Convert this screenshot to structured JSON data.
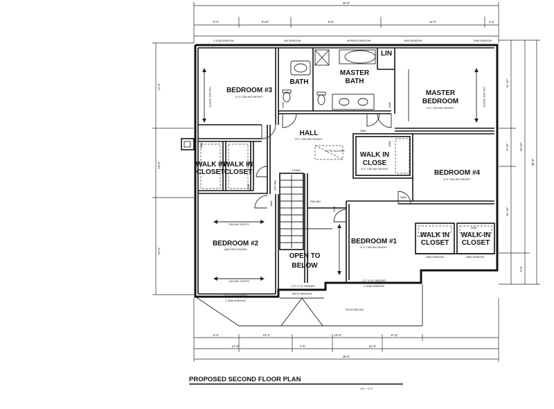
{
  "title": "PROPOSED SECOND FLOOR PLAN",
  "scale": "1/4\" = 1'-0\"",
  "rooms": {
    "bedroom3": "BEDROOM #3",
    "bath": "BATH",
    "master_bath_1": "MASTER",
    "master_bath_2": "BATH",
    "lin": "LIN",
    "master_bedroom_1": "MASTER",
    "master_bedroom_2": "BEDROOM",
    "hall": "HALL",
    "walk_in_closet_1": "WALK IN",
    "closet_1": "CLOSET",
    "walk_in_closet_2": "WALK IN",
    "closet_2": "CLOSET",
    "walk_in_close_3": "WALK IN",
    "close_3": "CLOSE",
    "bedroom4": "BEDROOM #4",
    "bedroom2": "BEDROOM #2",
    "open_to_1": "OPEN TO",
    "open_to_2": "BELOW",
    "bedroom1": "BEDROOM #1",
    "walk_in_closet_4": "WALK IN",
    "closet_4": "CLOSET",
    "walk_in_closet_5": "WALK-IN",
    "closet_5": "CLOSET"
  },
  "notes": {
    "ceiling_8": "8'-0\" CEILING HEIGHT",
    "vaulted": "VAULTED CEILING",
    "attic_access": "ATTIC ACCESS",
    "down": "DOWN",
    "railing": "RAILING",
    "roof_below": "ROOF BELOW",
    "arch_window": "ARCH WINDOW",
    "ceiling_joists": "CEILING JOISTS",
    "header_2x10": "2-2\" X 10\" HEADER"
  },
  "dims_top": {
    "overall": "43'-6\"",
    "seg1": "6'-4\"",
    "seg2": "8'-10\"",
    "seg3": "9'-6\"",
    "seg4": "11'-0\"",
    "seg5": "2'-4\""
  },
  "windows_top": {
    "w1": "2-3046 WINDOW",
    "w2": "A36 WINDOW",
    "w3": "AFW5004 WINDOW",
    "w4": "2646 WINDOW",
    "w5": "3046 WINDOW"
  },
  "dims_bottom": {
    "seg1": "8'-4\"",
    "seg2": "10'-2\"",
    "seg3": "10'-5\"",
    "seg4": "8'-11\"",
    "seg5": "12'-8\"",
    "seg6": "7'-6\"",
    "seg7": "12'-8\"",
    "overall": "45'-8\""
  },
  "dims_left": {
    "d1": "11'-6\"",
    "d2": "13'-6\"",
    "d3": "13'-6\""
  },
  "dims_right": {
    "d1": "11'-10\"",
    "d2": "6'-10\"",
    "d3": "11'-10\"",
    "d4": "4'-6\"",
    "overall": "38'-8\"",
    "d5": "10'-10\""
  },
  "windows_bottom": {
    "w1": "2-3046 WINDOW",
    "w2": "2-3046 WINDOW",
    "w3": "2646 WINDOW",
    "w4": "2646 WINDOW"
  },
  "doors": {
    "d2068": "2068",
    "d2668": "2668"
  }
}
